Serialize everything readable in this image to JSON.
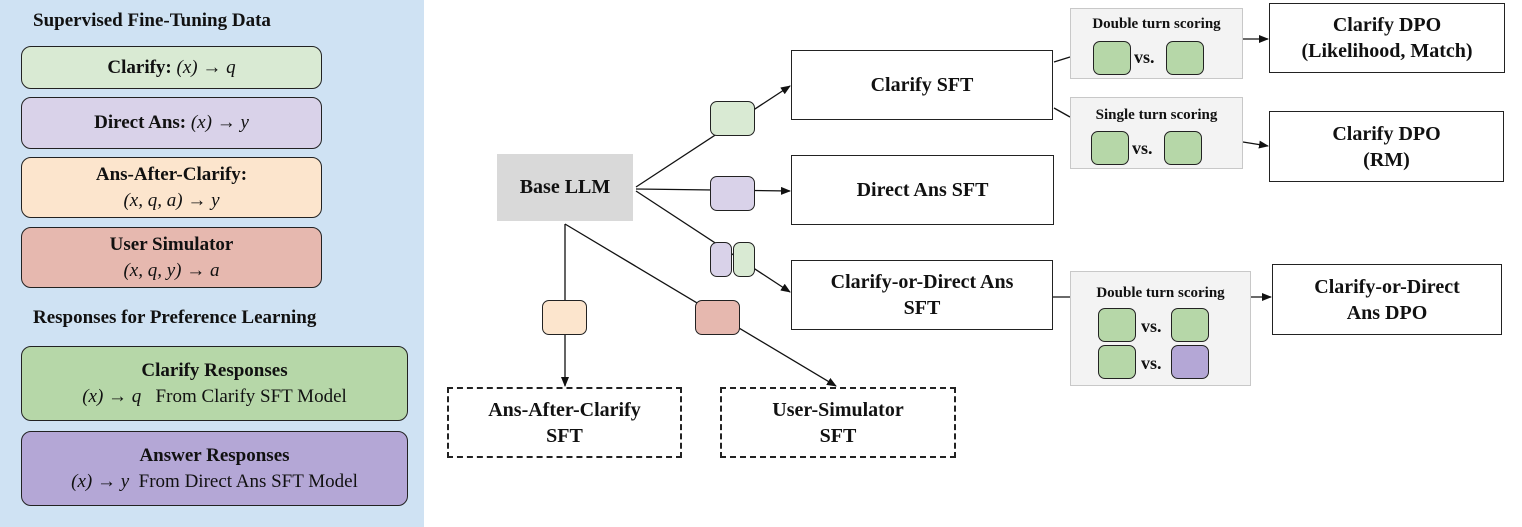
{
  "colors": {
    "panel_bg": "#cfe2f3",
    "clarify": "#d9ead3",
    "direct": "#d9d2e9",
    "ans_after": "#fce5cd",
    "user_sim": "#e6b8af",
    "clarify_resp": "#b6d7a8",
    "answer_resp": "#b4a7d6",
    "base_bg": "#d9d9d9"
  },
  "legend": {
    "sft_title": "Supervised Fine-Tuning Data",
    "clarify": {
      "label": "Clarify:",
      "formula": "(x) → q"
    },
    "direct": {
      "label": "Direct Ans:",
      "formula": "(x) → y"
    },
    "ans_after": {
      "label": "Ans-After-Clarify:",
      "formula": "(x, q, a) → y"
    },
    "user_sim": {
      "label": "User Simulator",
      "formula": "(x, q, y) → a"
    },
    "pref_title": "Responses for Preference Learning",
    "clarify_resp": {
      "label": "Clarify Responses",
      "formula": "(x) → q",
      "source": "From Clarify SFT Model"
    },
    "answer_resp": {
      "label": "Answer Responses",
      "formula": "(x) → y",
      "source": "From Direct Ans SFT Model"
    }
  },
  "nodes": {
    "base": "Base LLM",
    "clarify_sft": "Clarify SFT",
    "direct_sft": "Direct Ans SFT",
    "cod_sft_1": "Clarify-or-Direct Ans",
    "cod_sft_2": "SFT",
    "aac_sft_1": "Ans-After-Clarify",
    "aac_sft_2": "SFT",
    "usim_sft_1": "User-Simulator",
    "usim_sft_2": "SFT",
    "dpo_lm_1": "Clarify DPO",
    "dpo_lm_2": "(Likelihood, Match)",
    "dpo_rm_1": "Clarify DPO",
    "dpo_rm_2": "(RM)",
    "dpo_cod_1": "Clarify-or-Direct",
    "dpo_cod_2": "Ans DPO"
  },
  "scoring": {
    "double_top": "Double turn scoring",
    "single": "Single turn scoring",
    "double_bottom": "Double turn scoring",
    "vs": "vs."
  }
}
